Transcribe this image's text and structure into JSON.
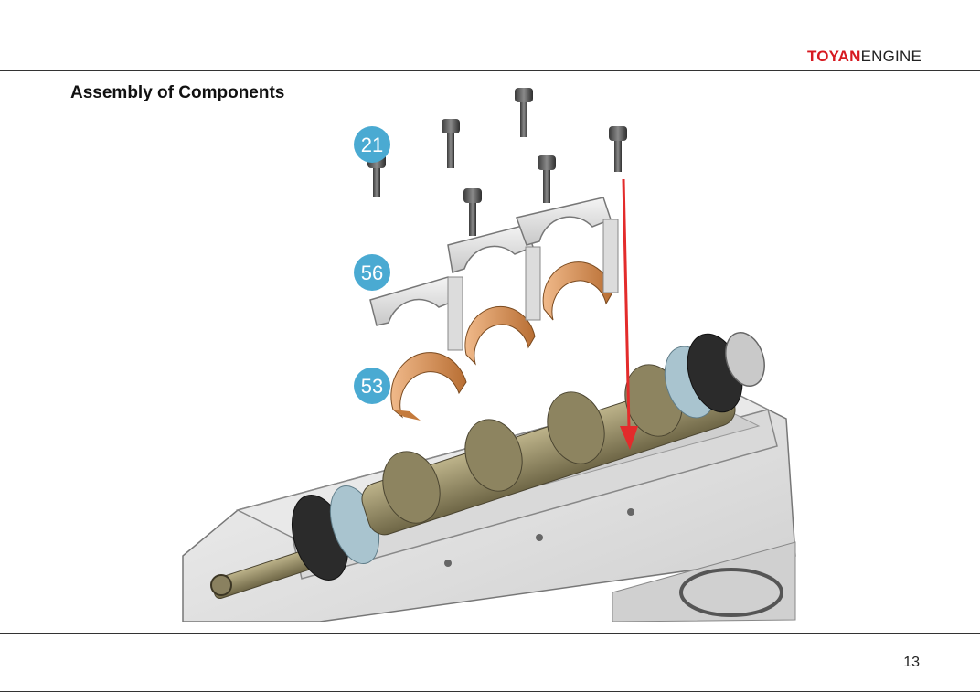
{
  "header": {
    "brand_primary": "TOYAN",
    "brand_secondary": "ENGINE",
    "brand_color": "#d71920"
  },
  "page": {
    "title": "Assembly of Components",
    "number": "13"
  },
  "figure": {
    "callouts": [
      "21",
      "56",
      "53"
    ],
    "callout_color": "#4aaad2",
    "arrow_color": "#e32b2b",
    "icons": [
      "bolt-icon",
      "bearing-cap-icon",
      "bearing-shell-icon",
      "crankshaft-icon",
      "engine-block-icon"
    ]
  }
}
